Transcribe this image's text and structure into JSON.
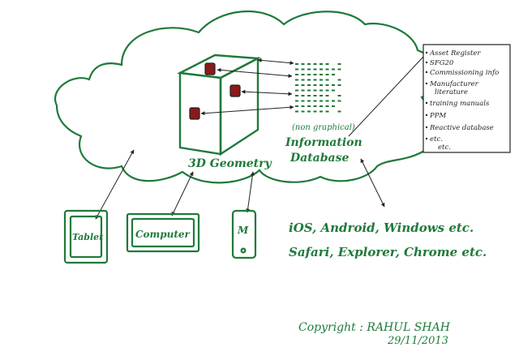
{
  "colors": {
    "ink": "#1f7a3a",
    "pen": "#222222",
    "paper": "#ffffff",
    "box_mark": "#8b1a1a"
  },
  "geometry_label": "3D Geometry",
  "info_label": {
    "line1": "(non graphical)",
    "line2": "Information",
    "line3": "Database"
  },
  "notes": {
    "items": [
      "Asset Register",
      "SFG20",
      "Commissioning info",
      "Manufacturer",
      "literature",
      "training manuals",
      "PPM",
      "Reactive database",
      "etc.",
      "etc."
    ]
  },
  "devices": {
    "tablet": "Tablet",
    "computer": "Computer",
    "mobile": "M"
  },
  "platforms": {
    "os_line": "iOS, Android, Windows etc.",
    "browser_line": "Safari, Explorer, Chrome etc."
  },
  "copyright": {
    "line1": "Copyright : RAHUL SHAH",
    "line2": "29/11/2013"
  }
}
